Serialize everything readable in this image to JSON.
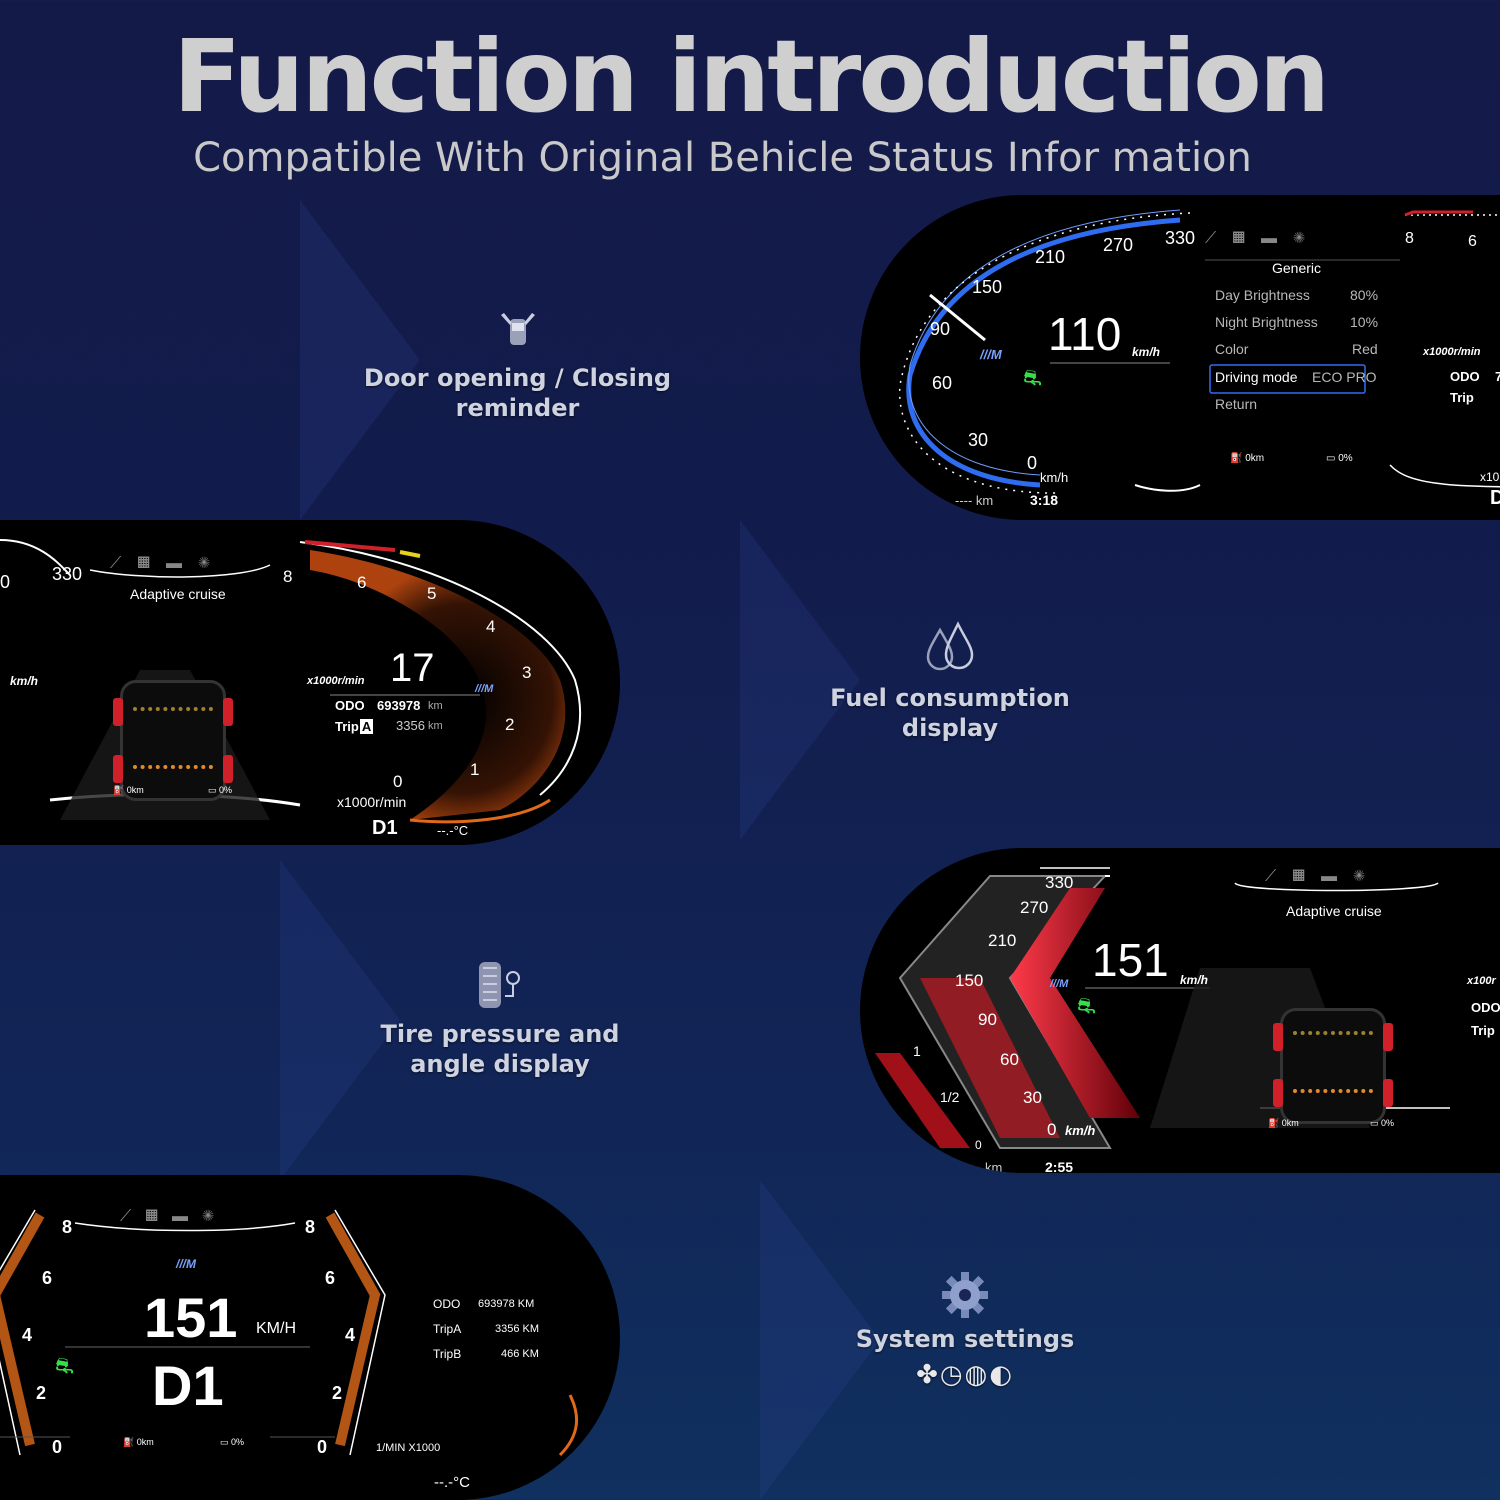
{
  "header": {
    "title": "Function introduction",
    "subtitle": "Compatible With Original Behicle Status Infor mation"
  },
  "features": {
    "door": {
      "line1": "Door opening / Closing",
      "line2": "reminder"
    },
    "fuel": {
      "label": "Fuel consumption display"
    },
    "tire": {
      "line1": "Tire pressure and",
      "line2": "angle display"
    },
    "system": {
      "label": "System settings"
    }
  },
  "panel1": {
    "speed": "110",
    "speed_unit": "km/h",
    "ticks": [
      "330",
      "270",
      "210",
      "150",
      "90",
      "60",
      "30",
      "0"
    ],
    "tick_unit": "km/h",
    "menu_title": "Generic",
    "menu": [
      {
        "label": "Day Brightness",
        "value": "80%"
      },
      {
        "label": "Night Brightness",
        "value": "10%"
      },
      {
        "label": "Color",
        "value": "Red"
      },
      {
        "label": "Driving mode",
        "value": "ECO PRO"
      },
      {
        "label": "Return",
        "value": ""
      }
    ],
    "range": "0km",
    "battery": "0%",
    "range_left": "---- km",
    "time": "3:18",
    "right_rpm_label": "x1000r/min",
    "right_odo": "ODO",
    "right_odo_value": "7",
    "right_trip": "Trip",
    "right_ticks": [
      "8",
      "6"
    ],
    "right_x10": "x10",
    "right_d": "D"
  },
  "panel2": {
    "left_speed_ticks": [
      "0",
      "330"
    ],
    "left_unit": "km/h",
    "status": "Adaptive cruise",
    "rpm": "17",
    "rpm_unit": "x1000r/min",
    "odo_label": "ODO",
    "odo_value": "693978",
    "odo_unit": "km",
    "trip_label": "Trip",
    "trip_letter": "A",
    "trip_value": "3356",
    "trip_unit": "km",
    "ticks": [
      "8",
      "6",
      "5",
      "4",
      "3",
      "2",
      "1",
      "0"
    ],
    "bottom_rpm": "x1000r/min",
    "gear": "D1",
    "temp": "--.-°C",
    "range": "0km",
    "battery": "0%"
  },
  "panel3": {
    "speed": "151",
    "speed_unit": "km/h",
    "ticks": [
      "330",
      "270",
      "210",
      "150",
      "90",
      "60",
      "30",
      "0"
    ],
    "tick_unit": "km/h",
    "fuel_ticks": [
      "1",
      "1/2",
      "0"
    ],
    "status": "Adaptive cruise",
    "range": "0km",
    "battery": "0%",
    "range_left": "km",
    "time": "2:55",
    "right_rpm_label": "x100r",
    "right_odo": "ODO",
    "right_trip": "Trip"
  },
  "panel4": {
    "speed": "151",
    "speed_unit": "KM/H",
    "gear": "D1",
    "left_ticks": [
      "8",
      "6",
      "4",
      "2",
      "0"
    ],
    "right_ticks": [
      "8",
      "6",
      "4",
      "2",
      "0"
    ],
    "odo_label": "ODO",
    "odo_value": "693978 KM",
    "tripa_label": "TripA",
    "tripa_value": "3356 KM",
    "tripb_label": "TripB",
    "tripb_value": "466 KM",
    "rpm_label": "1/MIN X1000",
    "temp": "--.-°C",
    "range": "0km",
    "battery": "0%"
  },
  "colors": {
    "accent_blue": "#2f6df0",
    "orange": "#e06a1a",
    "red": "#d0202a",
    "green": "#33e04a"
  }
}
